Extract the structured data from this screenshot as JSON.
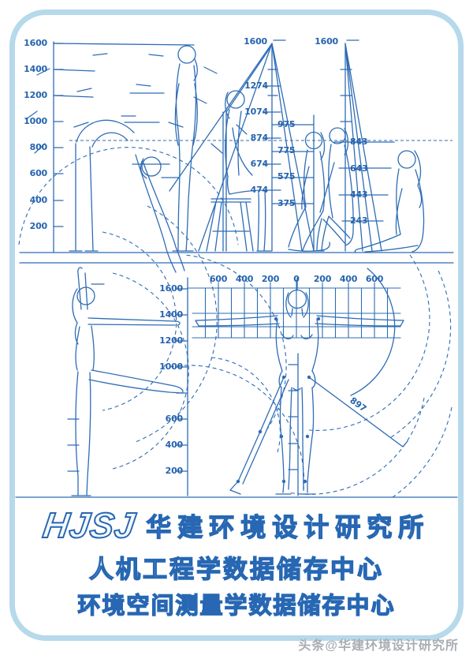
{
  "colors": {
    "line_blue": "#2e6cb5",
    "label_blue": "#2563ae",
    "border_blue": "#b6d9eb",
    "watermark_gray": "#a9adb2"
  },
  "top_panel": {
    "axis_left": [
      "1600",
      "1400",
      "1200",
      "1000",
      "800",
      "600",
      "400",
      "200"
    ],
    "scale1": {
      "apex": "1600",
      "left_labels": [
        "1274",
        "1074",
        "874",
        "674",
        "474"
      ],
      "right_labels": [
        "975",
        "775",
        "575",
        "375"
      ]
    },
    "scale2": {
      "apex": "1600",
      "labels": [
        "843",
        "643",
        "443",
        "243"
      ]
    }
  },
  "bottom_panel": {
    "axis_left": [
      "1600",
      "1400",
      "1200",
      "1000",
      "600",
      "400",
      "200"
    ],
    "axis_top": [
      "600",
      "400",
      "200",
      "0",
      "200",
      "400",
      "600"
    ],
    "reach_label": "897"
  },
  "footer": {
    "logo": "HJSJ",
    "org_name": "华建环境设计研究所",
    "line2": "人机工程学数据储存中心",
    "line3": "环境空间测量学数据储存中心"
  },
  "watermark": "头条@华建环境设计研究所"
}
